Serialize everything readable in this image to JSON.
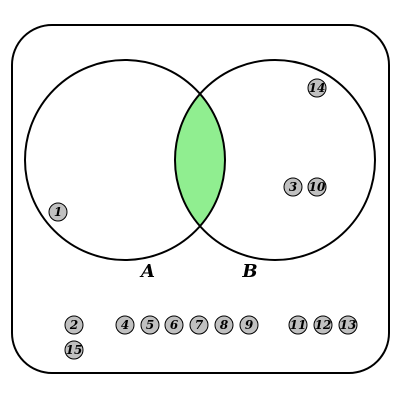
{
  "diagram": {
    "type": "venn",
    "colors": {
      "highlight": "#90ee90",
      "element_fill": "#c0c0c0",
      "stroke": "#000000",
      "background": "#ffffff"
    },
    "sets": {
      "A": {
        "label": "A"
      },
      "B": {
        "label": "B"
      }
    },
    "highlighted_region": "A ∩ B",
    "elements": [
      {
        "id": "1",
        "label": "1",
        "region": "A only"
      },
      {
        "id": "2",
        "label": "2",
        "region": "outside"
      },
      {
        "id": "3",
        "label": "3",
        "region": "B only"
      },
      {
        "id": "4",
        "label": "4",
        "region": "outside"
      },
      {
        "id": "5",
        "label": "5",
        "region": "outside"
      },
      {
        "id": "6",
        "label": "6",
        "region": "outside"
      },
      {
        "id": "7",
        "label": "7",
        "region": "outside"
      },
      {
        "id": "8",
        "label": "8",
        "region": "outside"
      },
      {
        "id": "9",
        "label": "9",
        "region": "outside"
      },
      {
        "id": "10",
        "label": "10",
        "region": "B only"
      },
      {
        "id": "11",
        "label": "11",
        "region": "outside"
      },
      {
        "id": "12",
        "label": "12",
        "region": "outside"
      },
      {
        "id": "13",
        "label": "13",
        "region": "outside"
      },
      {
        "id": "14",
        "label": "14",
        "region": "B only"
      },
      {
        "id": "15",
        "label": "15",
        "region": "outside"
      }
    ]
  }
}
